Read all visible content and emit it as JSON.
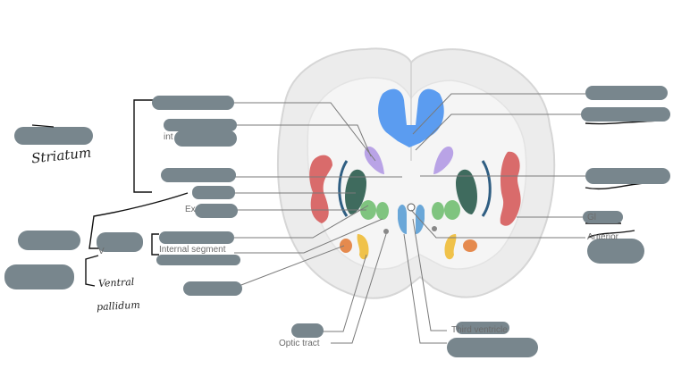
{
  "labels": {
    "internal_partial": "int",
    "external_partial": "Ex",
    "internal_segment": "Internal segment",
    "ventral_partial": "V",
    "optic_tract": "Optic tract",
    "third_ventricle": "Third ventricle",
    "anterior_partial": "Anterior",
    "glob_partial": "Gl"
  },
  "handwriting": {
    "striatum": "Striatum",
    "ventral_pallidum": [
      "Ventral",
      "pallidum"
    ]
  },
  "colors": {
    "ventricle": "#5b9cf0",
    "caudate": "#b9a3e6",
    "insula": "#d96b6b",
    "putamen": "#3f6b5e",
    "globus_pallidus": "#7fc47f",
    "third_ventricle": "#6aa7d8",
    "amygdala": "#e58a4e",
    "optic": "#f0c24a",
    "redaction": "#78868d"
  }
}
